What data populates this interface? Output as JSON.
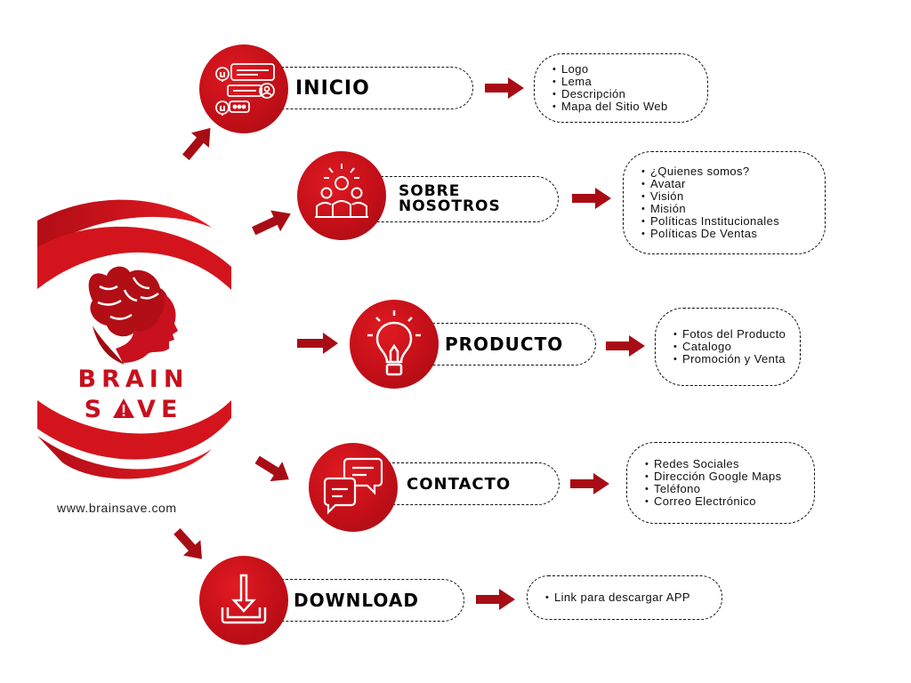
{
  "brand": {
    "name_line1": "BRAIN",
    "name_line2_a": "S",
    "name_line2_b": "VE",
    "website": "www.brainsave.com",
    "colors": {
      "primary": "#c8101e",
      "dark": "#9e0b12"
    }
  },
  "sections": [
    {
      "id": "inicio",
      "title": "INICIO",
      "icon": "web-layout-icon",
      "items": [
        "Logo",
        "Lema",
        "Descripción",
        "Mapa del Sitio Web"
      ]
    },
    {
      "id": "sobre-nosotros",
      "title": "SOBRE\nNOSOTROS",
      "icon": "team-icon",
      "items": [
        "¿Quienes somos?",
        "Avatar",
        "Visión",
        "Misión",
        "Políticas Institucionales",
        "Políticas De Ventas"
      ]
    },
    {
      "id": "producto",
      "title": "PRODUCTO",
      "icon": "lightbulb-icon",
      "items": [
        "Fotos del Producto",
        "Catalogo",
        "Promoción y Venta"
      ]
    },
    {
      "id": "contacto",
      "title": "CONTACTO",
      "icon": "chat-bubbles-icon",
      "items": [
        "Redes Sociales",
        "Dirección Google Maps",
        "Teléfono",
        "Correo Electrónico"
      ]
    },
    {
      "id": "download",
      "title": "DOWNLOAD",
      "icon": "download-icon",
      "items": [
        "Link para descargar APP"
      ]
    }
  ]
}
